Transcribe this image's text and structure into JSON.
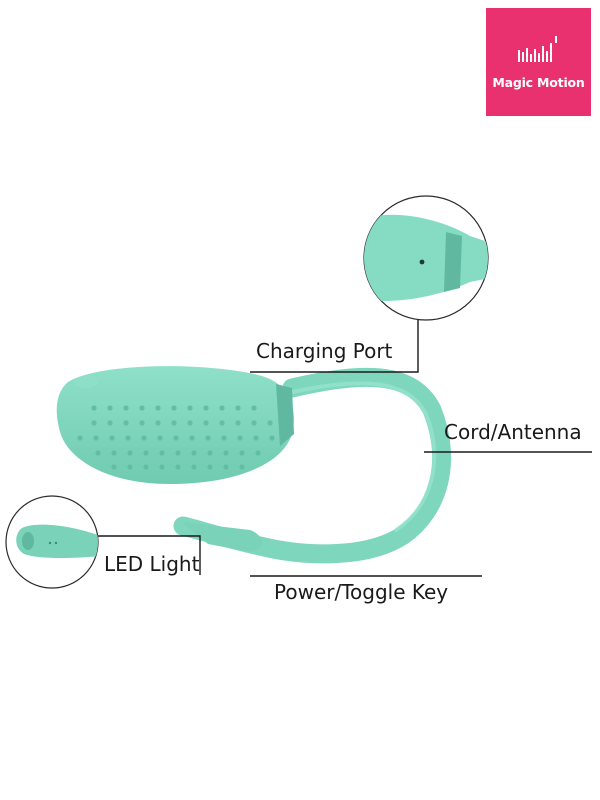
{
  "brand": {
    "name": "Magic Motion",
    "color": "#ea3170"
  },
  "product": {
    "color": "#86dcc3",
    "shadow_color": "#6cc6ab"
  },
  "callouts": {
    "charging_port": "Charging Port",
    "cord_antenna": "Cord/Antenna",
    "led_light": "LED Light",
    "power_toggle_key": "Power/Toggle Key"
  }
}
